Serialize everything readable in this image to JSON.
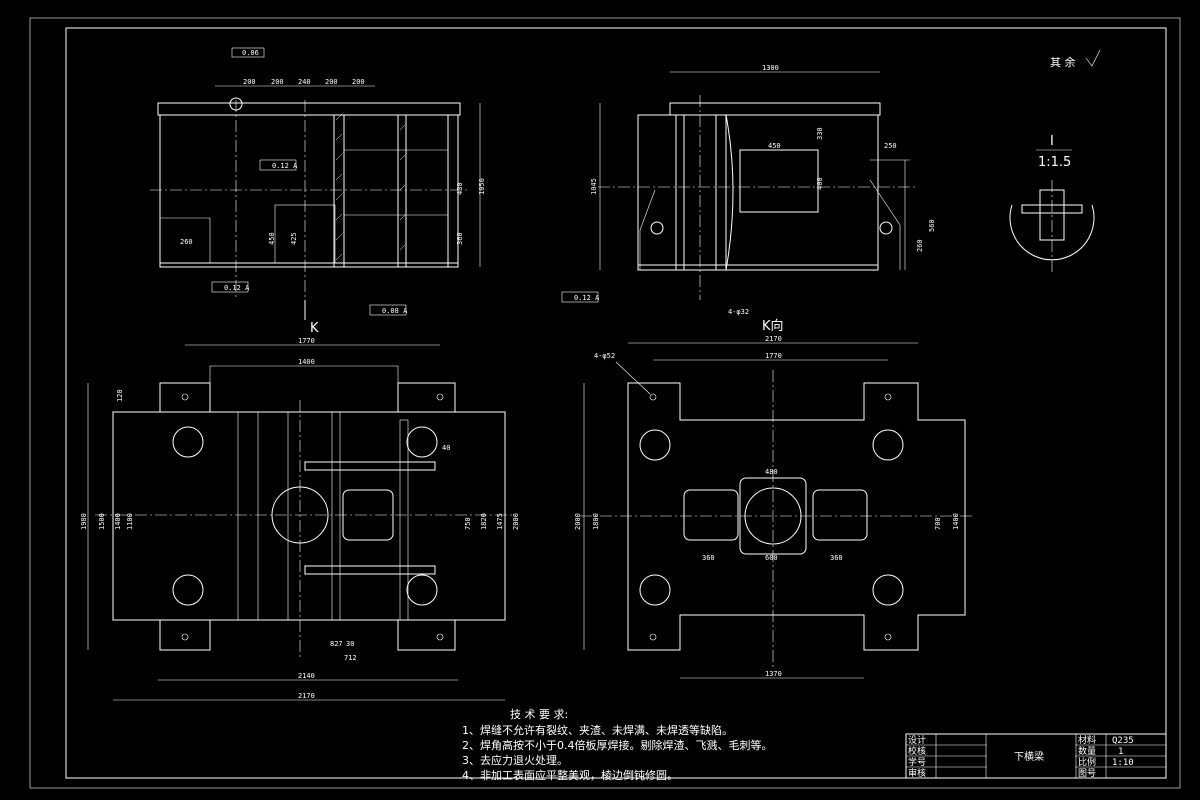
{
  "views": {
    "section_label": "K",
    "k_view_label": "K向",
    "detail_label": "I",
    "detail_scale": "1:1.5",
    "roughness_label": "其 余"
  },
  "dims": {
    "top_view_widths": [
      "200",
      "200",
      "240",
      "200",
      "200"
    ],
    "front_height_total": "1050",
    "front_430": "430",
    "front_360": "360",
    "front_450": "450",
    "front_425": "425",
    "front_260": "260",
    "side_top_width": "1300",
    "side_height": "1045",
    "side_450": "450",
    "side_400": "400",
    "side_330": "330",
    "side_250": "250",
    "side_560": "560",
    "side_260": "260",
    "side_4phi32": "4-φ32",
    "plan_1770": "1770",
    "plan_1400": "1400",
    "plan_2140": "2140",
    "plan_2170": "2170",
    "plan_1980": "1980",
    "plan_1500": "1500",
    "plan_1400v": "1400",
    "plan_1100": "1100",
    "plan_1820": "1820",
    "plan_2000": "2000",
    "plan_1475": "1475",
    "plan_750": "750",
    "plan_827": "827",
    "plan_712": "712",
    "plan_30a": "30",
    "plan_40": "40",
    "plan_120": "120",
    "k_2170": "2170",
    "k_1770": "1770",
    "k_1370": "1370",
    "k_2000": "2000",
    "k_1800": "1800",
    "k_1400": "1400",
    "k_700": "700",
    "k_480": "480",
    "k_360a": "360",
    "k_600": "600",
    "k_360b": "360",
    "k_4phi52": "4-φ52",
    "tol_1": "0.12 A",
    "tol_2": "0.12 A",
    "tol_3": "0.12 A",
    "tol_4": "0.08 A",
    "tol_5": "0.06"
  },
  "notes": {
    "title": "技 术 要 求:",
    "items": [
      "1、焊缝不允许有裂纹、夹渣、未焊满、未焊透等缺陷。",
      "2、焊角高按不小于0.4倍板厚焊接。剔除焊渣、飞溅、毛刺等。",
      "3、去应力退火处理。",
      "4、非加工表面应平整美观，棱边倒钝修圆。"
    ]
  },
  "title_block": {
    "rows": [
      "设计",
      "校核",
      "学号",
      "审核"
    ],
    "part_name": "下横梁",
    "fields": [
      {
        "label": "材料",
        "value": "Q235"
      },
      {
        "label": "数量",
        "value": "1"
      },
      {
        "label": "比例",
        "value": "1:10"
      },
      {
        "label": "图号",
        "value": ""
      }
    ]
  }
}
